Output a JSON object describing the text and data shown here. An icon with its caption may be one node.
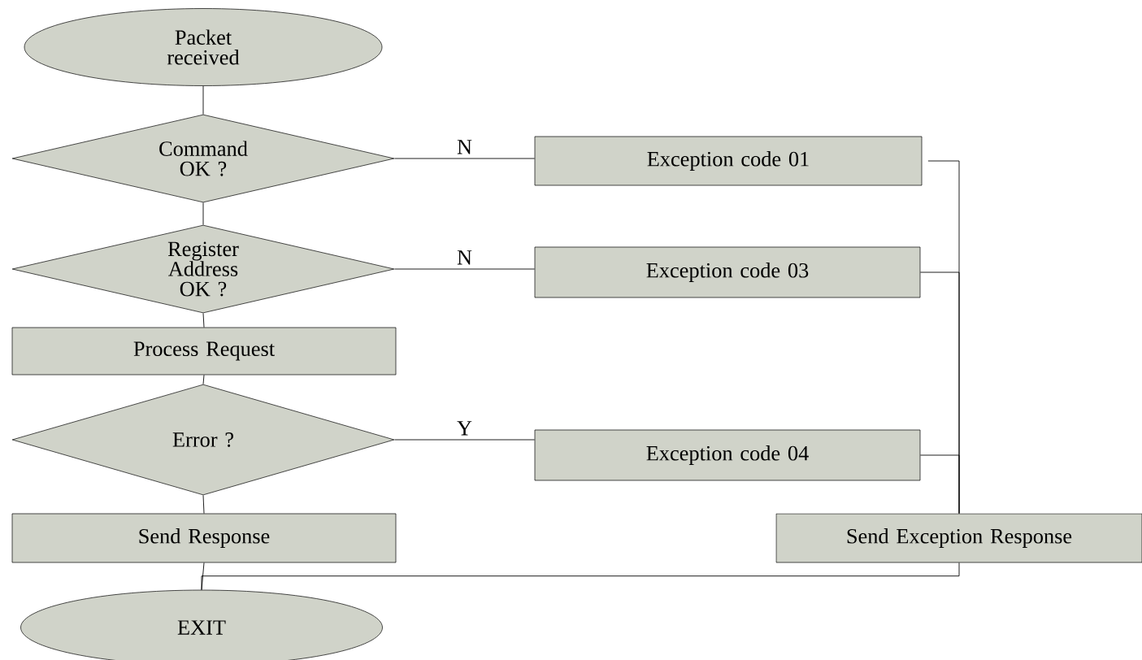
{
  "diagram": {
    "nodes": [
      {
        "text": [
          "Packet received"
        ]
      },
      {
        "text": [
          "Command OK ?"
        ]
      },
      {
        "text": [
          "Register Address OK ?"
        ]
      },
      {
        "text": [
          "Process Request"
        ]
      },
      {
        "text": [
          "Error ?"
        ]
      },
      {
        "text": [
          "Send Response"
        ]
      },
      {
        "text": [
          "EXIT"
        ]
      },
      {
        "text": [
          "Exception code 01"
        ]
      },
      {
        "text": [
          "Exception code 03"
        ]
      },
      {
        "text": [
          "Exception code 04"
        ]
      },
      {
        "text": [
          "Send Exception Response"
        ]
      }
    ],
    "edges": [
      {
        "from": 0,
        "to": 1,
        "arrow": "none"
      },
      {
        "from": 1,
        "to": 2,
        "arrow": "none"
      },
      {
        "from": 2,
        "to": 3,
        "arrow": "none"
      },
      {
        "from": 3,
        "to": 4,
        "arrow": "none"
      },
      {
        "from": 4,
        "to": 5,
        "arrow": "none"
      },
      {
        "from": 5,
        "to": 6,
        "arrow": "none"
      },
      {
        "from": 1,
        "to": 7,
        "arrow": "none",
        "label": "N"
      },
      {
        "from": 2,
        "to": 8,
        "arrow": "none",
        "label": "N"
      },
      {
        "from": 4,
        "to": 9,
        "arrow": "none",
        "label": "Y"
      },
      {
        "from": 7,
        "to": 10,
        "arrow": "none"
      },
      {
        "from": 8,
        "to": 10,
        "arrow": "none"
      },
      {
        "from": 9,
        "to": 10,
        "arrow": "none"
      },
      {
        "from": 10,
        "to": 6,
        "arrow": "none"
      }
    ]
  }
}
